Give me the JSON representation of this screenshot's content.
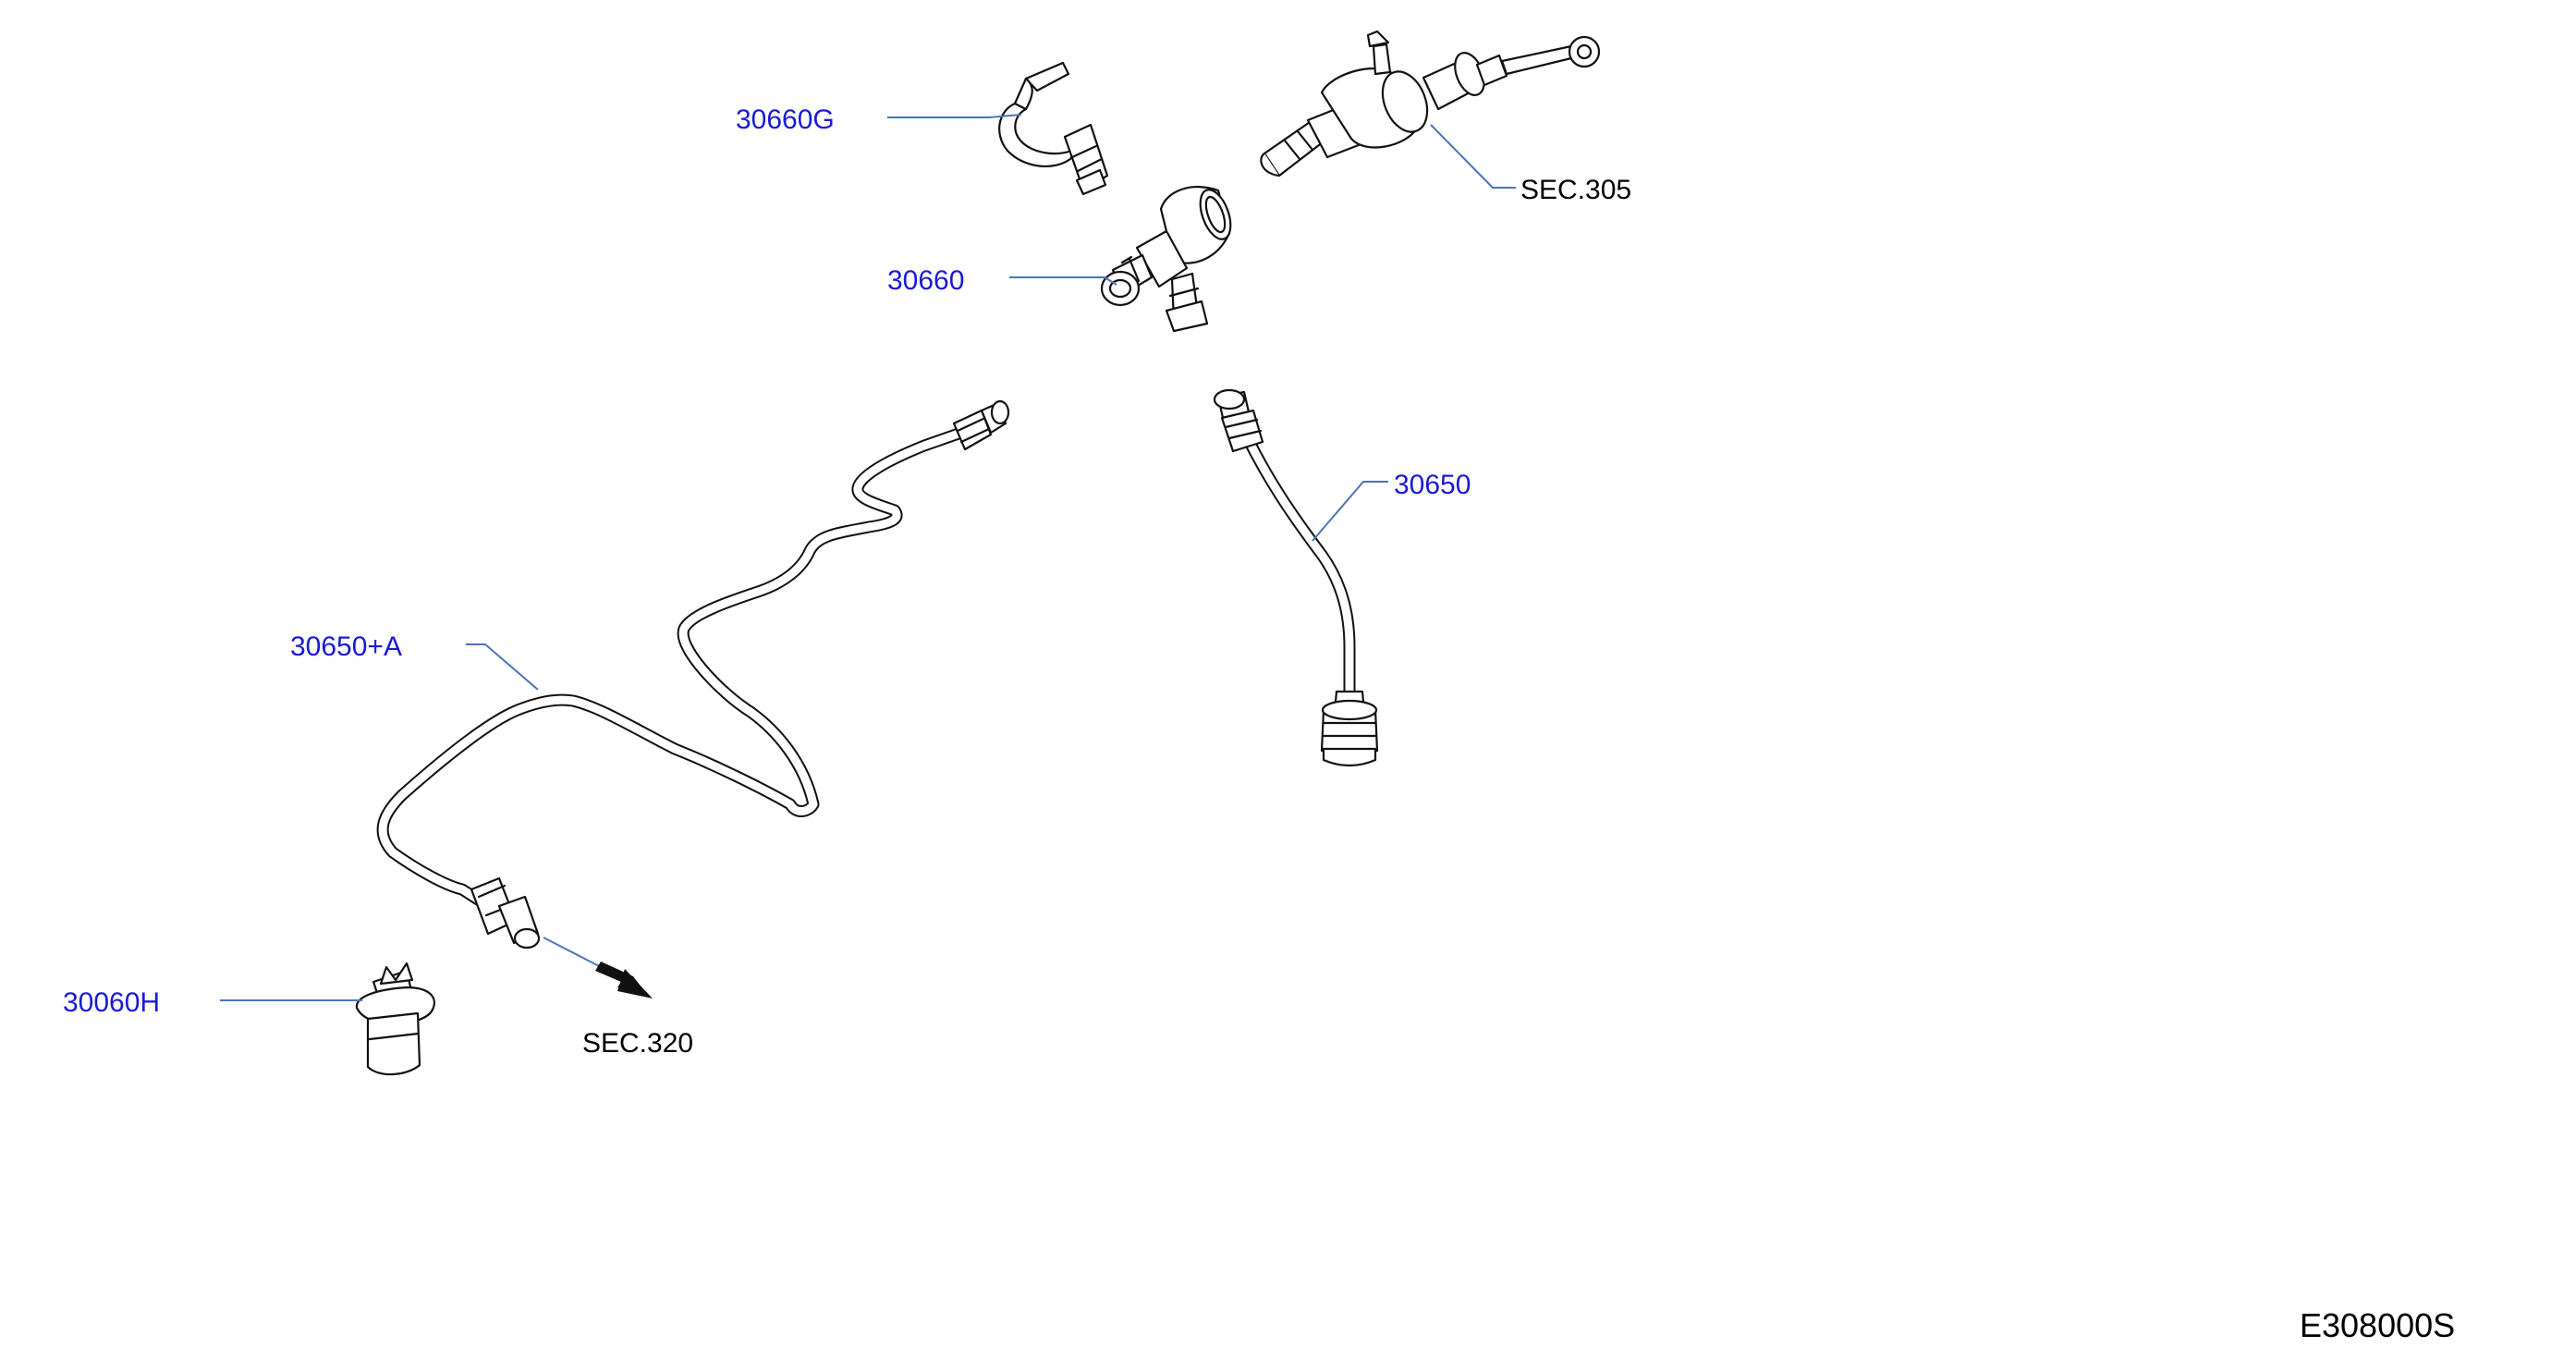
{
  "diagram": {
    "code": "E308000S",
    "accent_color": "#1a1ad6",
    "leader_color": "#4a74b8",
    "parts": [
      {
        "id": "30660G",
        "label": "30660G",
        "description": ""
      },
      {
        "id": "30660",
        "label": "30660",
        "description": ""
      },
      {
        "id": "30650",
        "label": "30650",
        "description": ""
      },
      {
        "id": "30650A",
        "label": "30650+A",
        "description": ""
      },
      {
        "id": "30060H",
        "label": "30060H",
        "description": ""
      }
    ],
    "references": {
      "sec305": "SEC.305",
      "sec320": "SEC.320"
    }
  }
}
